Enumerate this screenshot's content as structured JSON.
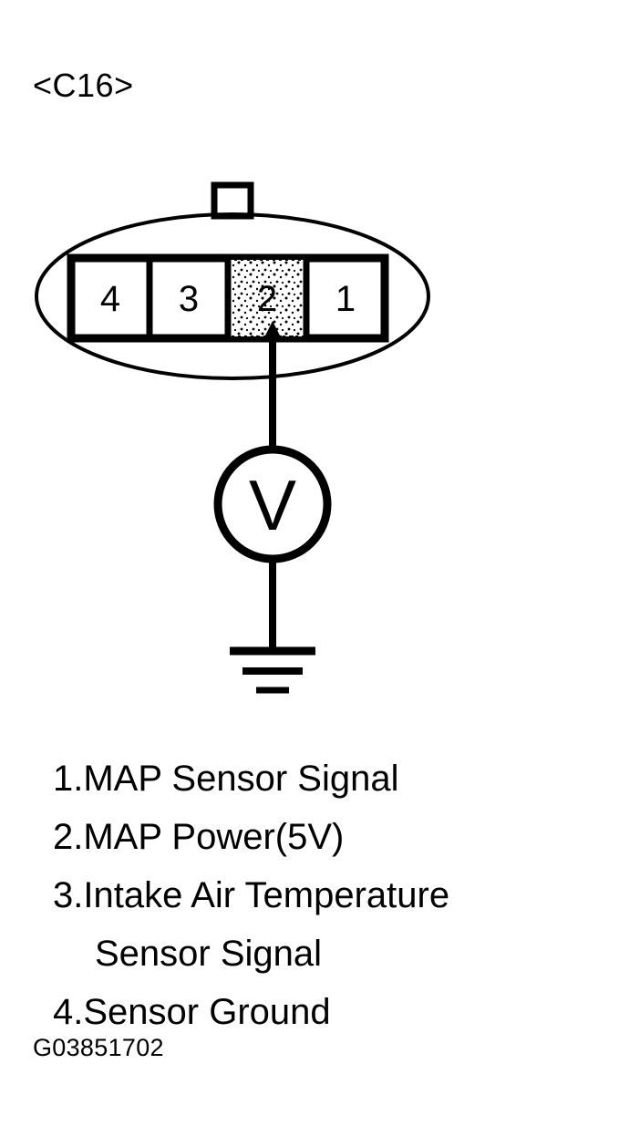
{
  "figure": {
    "connector_title": "<C16>",
    "figure_code": "G03851702"
  },
  "connector": {
    "name": "C16",
    "pin_count": 4,
    "pins": [
      {
        "number": "4",
        "highlighted": false
      },
      {
        "number": "3",
        "highlighted": false
      },
      {
        "number": "2",
        "highlighted": true
      },
      {
        "number": "1",
        "highlighted": false
      }
    ],
    "probed_pin": "2"
  },
  "test_setup": {
    "meter_symbol": "V",
    "meter_type": "voltmeter",
    "ground_symbol": "chassis-ground"
  },
  "legend": {
    "lines": [
      {
        "text": "1.MAP Sensor Signal",
        "continuation": false
      },
      {
        "text": "2.MAP Power(5V)",
        "continuation": false
      },
      {
        "text": "3.Intake Air Temperature",
        "continuation": false
      },
      {
        "text": "Sensor Signal",
        "continuation": true
      },
      {
        "text": "4.Sensor Ground",
        "continuation": false
      }
    ]
  },
  "colors": {
    "ink": "#000000",
    "paper": "#ffffff"
  }
}
